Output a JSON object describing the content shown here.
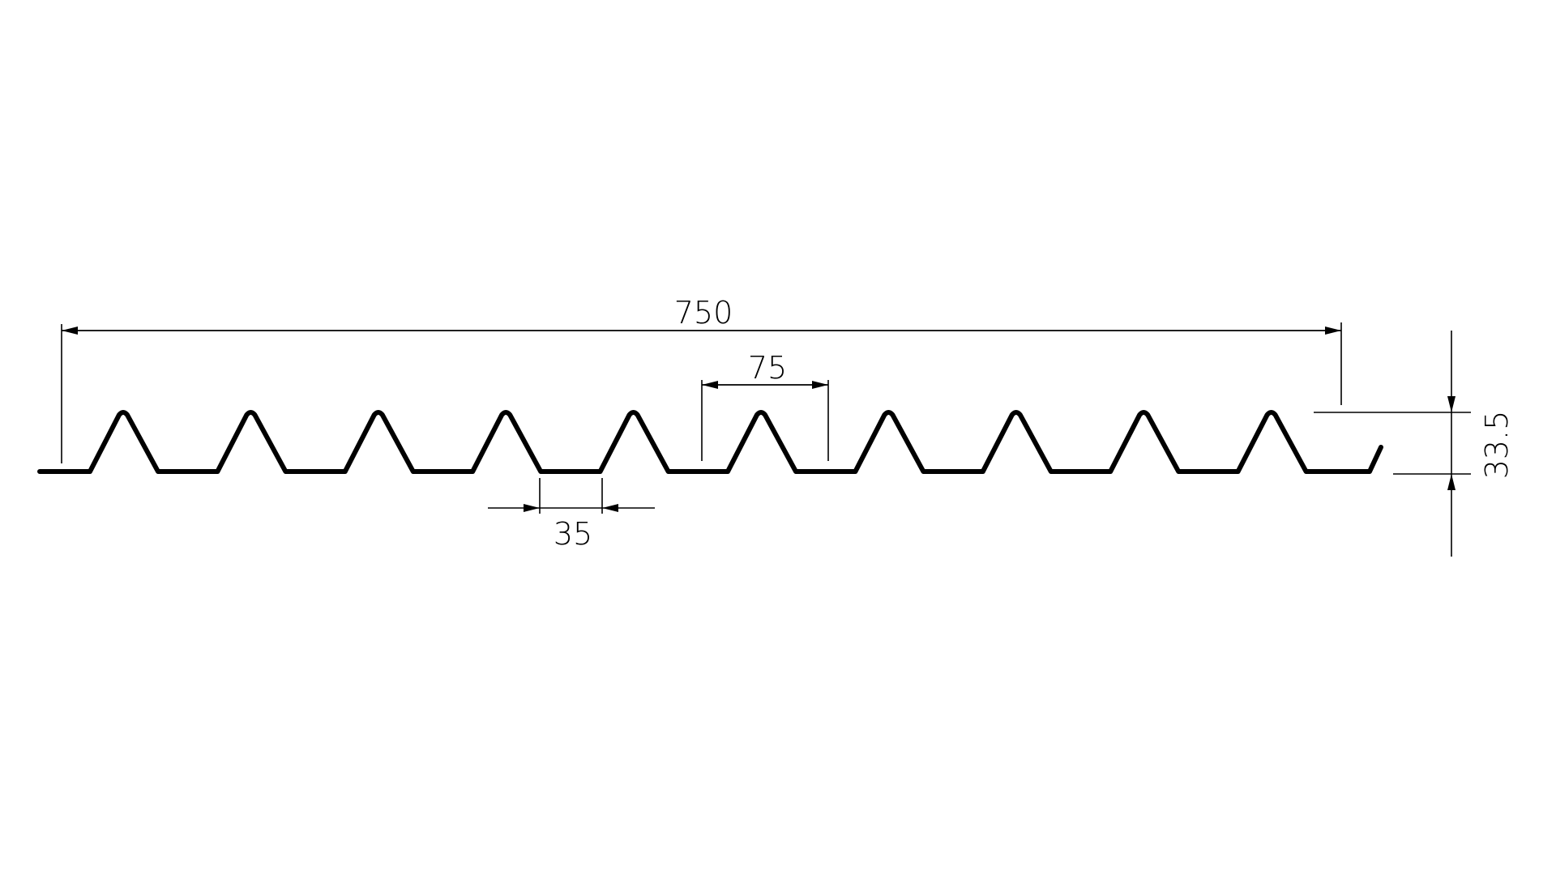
{
  "drawing": {
    "profile": {
      "ribs": 10,
      "stroke_color": "#000000"
    },
    "dimensions": {
      "overall_width": "750",
      "rib_pitch": "75",
      "valley_width": "35",
      "profile_height": "33.5"
    }
  }
}
